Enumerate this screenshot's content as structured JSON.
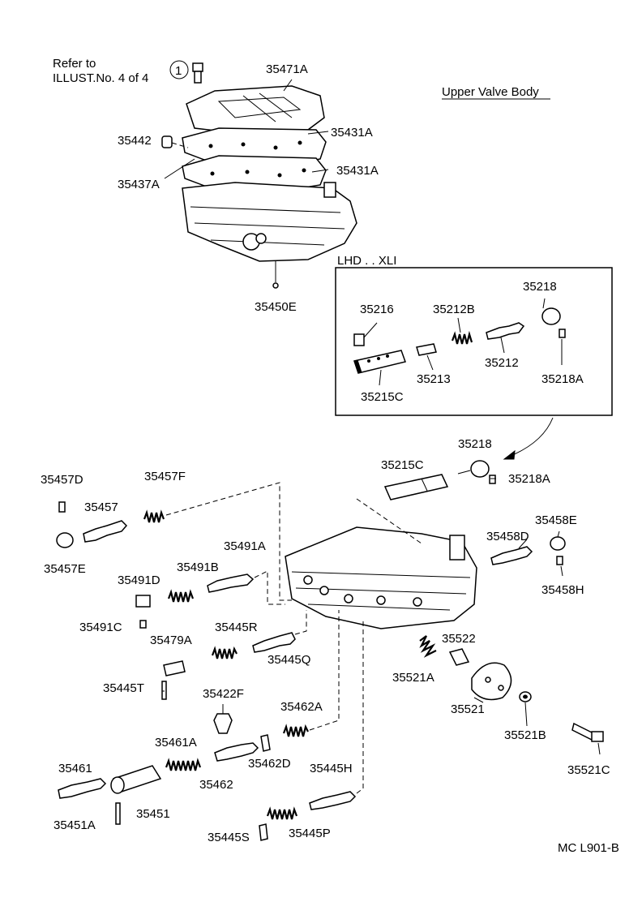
{
  "header": {
    "refer_line1": "Refer to",
    "refer_line2": "ILLUST.No. 4 of 4",
    "circled_number": "1",
    "section_title": "Upper Valve Body"
  },
  "inset": {
    "label": "LHD . . XLI"
  },
  "footer": {
    "code": "MC L901-B"
  },
  "part_labels": {
    "p35471A": "35471A",
    "p35442": "35442",
    "p35431A_1": "35431A",
    "p35437A": "35437A",
    "p35431A_2": "35431A",
    "p35450E": "35450E",
    "p35216": "35216",
    "p35212B": "35212B",
    "p35218_in": "35218",
    "p35215C_in": "35215C",
    "p35213": "35213",
    "p35212": "35212",
    "p35218A_in": "35218A",
    "p35218": "35218",
    "p35215C": "35215C",
    "p35218A": "35218A",
    "p35457D": "35457D",
    "p35457F": "35457F",
    "p35457": "35457",
    "p35457E": "35457E",
    "p35491A": "35491A",
    "p35491B": "35491B",
    "p35491D": "35491D",
    "p35491C": "35491C",
    "p35458E": "35458E",
    "p35458D": "35458D",
    "p35458H": "35458H",
    "p35445R": "35445R",
    "p35479A": "35479A",
    "p35445Q": "35445Q",
    "p35522": "35522",
    "p35521A": "35521A",
    "p35445T": "35445T",
    "p35422F": "35422F",
    "p35521": "35521",
    "p35462A": "35462A",
    "p35521B": "35521B",
    "p35461A": "35461A",
    "p35462D": "35462D",
    "p35461": "35461",
    "p35445H": "35445H",
    "p35521C": "35521C",
    "p35462": "35462",
    "p35451": "35451",
    "p35451A": "35451A",
    "p35445P": "35445P",
    "p35445S": "35445S"
  }
}
